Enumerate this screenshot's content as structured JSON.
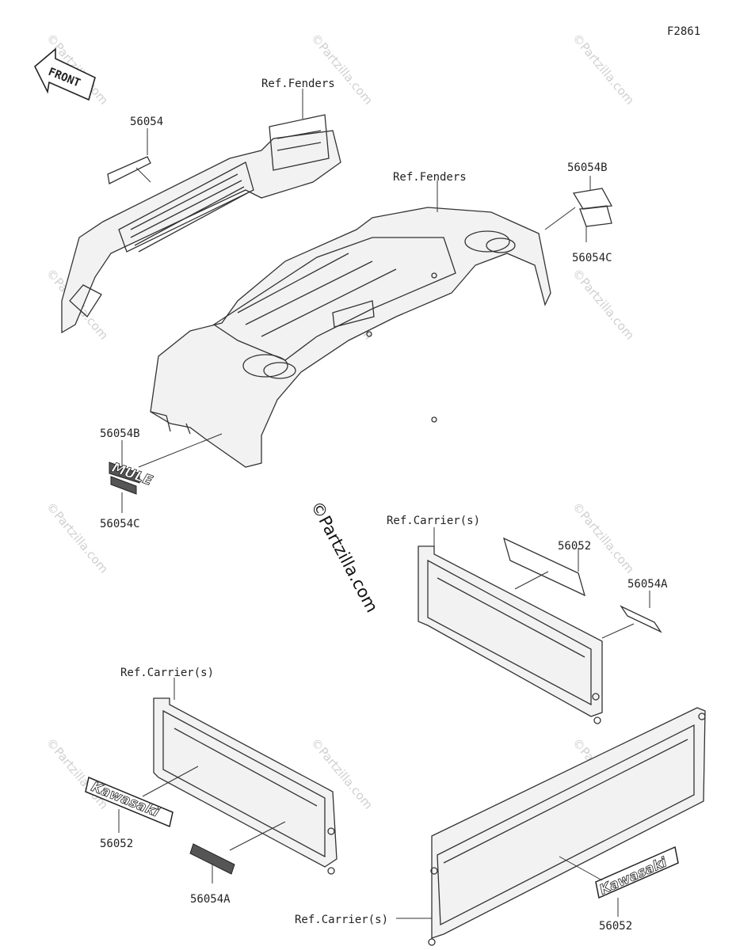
{
  "figure_code": "F2861",
  "front_label": "FRONT",
  "watermark_text": "©Partzilla.com",
  "center_watermark": "©Partzilla.com",
  "callouts": [
    {
      "id": "c1",
      "text": "56054"
    },
    {
      "id": "c2",
      "text": "Ref.Fenders"
    },
    {
      "id": "c3",
      "text": "Ref.Fenders"
    },
    {
      "id": "c4",
      "text": "56054B"
    },
    {
      "id": "c5",
      "text": "56054C"
    },
    {
      "id": "c6",
      "text": "56054B"
    },
    {
      "id": "c7",
      "text": "56054C"
    },
    {
      "id": "c8",
      "text": "Ref.Carrier(s)"
    },
    {
      "id": "c9",
      "text": "56052"
    },
    {
      "id": "c10",
      "text": "56054A"
    },
    {
      "id": "c11",
      "text": "Ref.Carrier(s)"
    },
    {
      "id": "c12",
      "text": "56052"
    },
    {
      "id": "c13",
      "text": "56054A"
    },
    {
      "id": "c14",
      "text": "Ref.Carrier(s)"
    },
    {
      "id": "c15",
      "text": "56052"
    }
  ],
  "decal_text": {
    "kawasaki": "Kawasaki",
    "mule": "MULE"
  }
}
